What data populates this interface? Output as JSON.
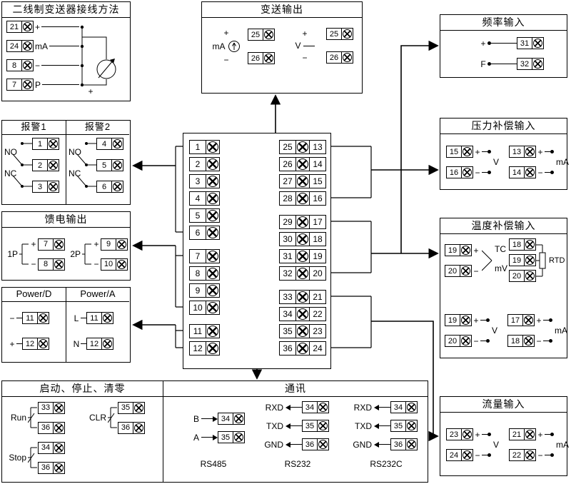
{
  "two_wire": {
    "title": "二线制变送器接线方法",
    "rows": [
      {
        "num": "21",
        "label": "+"
      },
      {
        "num": "24",
        "label": "mA"
      },
      {
        "num": "8",
        "label": "−"
      },
      {
        "num": "7",
        "label": "P"
      }
    ],
    "extra_plus": "+"
  },
  "transmit": {
    "title": "变送输出",
    "groups": [
      {
        "unit": "mA",
        "plus": "+",
        "minus": "−",
        "terms": [
          "25",
          "26"
        ]
      },
      {
        "unit": "V",
        "plus": "+",
        "minus": "−",
        "terms": [
          "25",
          "26"
        ]
      }
    ]
  },
  "frequency": {
    "title": "频率输入",
    "rows": [
      {
        "label": "+",
        "num": "31"
      },
      {
        "label": "F",
        "num": "32"
      }
    ]
  },
  "alarm": {
    "columns": [
      {
        "title": "报警1",
        "no": "NO",
        "nc": "NC",
        "terms": [
          "1",
          "2",
          "3"
        ]
      },
      {
        "title": "报警2",
        "no": "NO",
        "nc": "NC",
        "terms": [
          "4",
          "5",
          "6"
        ]
      }
    ]
  },
  "feed": {
    "title": "馈电输出",
    "groups": [
      {
        "label": "1P",
        "rows": [
          {
            "sign": "+",
            "num": "7"
          },
          {
            "sign": "−",
            "num": "8"
          }
        ]
      },
      {
        "label": "2P",
        "rows": [
          {
            "sign": "+",
            "num": "9"
          },
          {
            "sign": "−",
            "num": "10"
          }
        ]
      }
    ]
  },
  "power": {
    "columns": [
      {
        "title": "Power/D",
        "rows": [
          {
            "sign": "−",
            "num": "11"
          },
          {
            "sign": "+",
            "num": "12"
          }
        ]
      },
      {
        "title": "Power/A",
        "rows": [
          {
            "sign": "L",
            "num": "11"
          },
          {
            "sign": "N",
            "num": "12"
          }
        ]
      }
    ]
  },
  "center": {
    "left": [
      "1",
      "2",
      "3",
      "4",
      "5",
      "6",
      "7",
      "8",
      "9",
      "10",
      "11",
      "12"
    ],
    "right": [
      {
        "inner": "25",
        "outer": "13"
      },
      {
        "inner": "26",
        "outer": "14"
      },
      {
        "inner": "27",
        "outer": "15"
      },
      {
        "inner": "28",
        "outer": "16"
      },
      {
        "inner": "29",
        "outer": "17"
      },
      {
        "inner": "30",
        "outer": "18"
      },
      {
        "inner": "31",
        "outer": "19"
      },
      {
        "inner": "32",
        "outer": "20"
      },
      {
        "inner": "33",
        "outer": "21"
      },
      {
        "inner": "34",
        "outer": "22"
      },
      {
        "inner": "35",
        "outer": "23"
      },
      {
        "inner": "36",
        "outer": "24"
      }
    ]
  },
  "pressure": {
    "title": "压力补偿输入",
    "pairs": [
      {
        "unit": "V",
        "rows": [
          {
            "num": "15",
            "sign": "+"
          },
          {
            "num": "16",
            "sign": "−"
          }
        ]
      },
      {
        "unit": "mA",
        "rows": [
          {
            "num": "13",
            "sign": "+"
          },
          {
            "num": "14",
            "sign": "−"
          }
        ]
      }
    ]
  },
  "temperature": {
    "title": "温度补偿输入",
    "tc": {
      "labels": [
        "TC",
        "mV"
      ],
      "rows": [
        {
          "num": "19",
          "sign": "+"
        },
        {
          "num": "20",
          "sign": "−"
        }
      ]
    },
    "rtd": {
      "label": "RTD",
      "terms": [
        "18",
        "19",
        "20"
      ]
    },
    "pairs": [
      {
        "unit": "V",
        "rows": [
          {
            "num": "19",
            "sign": "+"
          },
          {
            "num": "20",
            "sign": "−"
          }
        ]
      },
      {
        "unit": "mA",
        "rows": [
          {
            "num": "17",
            "sign": "+"
          },
          {
            "num": "18",
            "sign": "−"
          }
        ]
      }
    ]
  },
  "flow": {
    "title": "流量输入",
    "pairs": [
      {
        "unit": "V",
        "rows": [
          {
            "num": "23",
            "sign": "+"
          },
          {
            "num": "24",
            "sign": "−"
          }
        ]
      },
      {
        "unit": "mA",
        "rows": [
          {
            "num": "21",
            "sign": "+"
          },
          {
            "num": "22",
            "sign": "−"
          }
        ]
      }
    ]
  },
  "control": {
    "title": "启动、停止、清零",
    "groups": [
      {
        "label": "Run",
        "terms": [
          "33",
          "36"
        ]
      },
      {
        "label": "Stop",
        "terms": [
          "34",
          "36"
        ]
      },
      {
        "label": "CLR",
        "terms": [
          "35",
          "36"
        ]
      }
    ]
  },
  "comm": {
    "title": "通讯",
    "groups": [
      {
        "name": "RS485",
        "lines": [
          {
            "sig": "B",
            "num": "34"
          },
          {
            "sig": "A",
            "num": "35"
          }
        ]
      },
      {
        "name": "RS232",
        "lines": [
          {
            "sig": "RXD",
            "num": "34"
          },
          {
            "sig": "TXD",
            "num": "35"
          },
          {
            "sig": "GND",
            "num": "36"
          }
        ]
      },
      {
        "name": "RS232C",
        "lines": [
          {
            "sig": "RXD",
            "num": "34"
          },
          {
            "sig": "TXD",
            "num": "35"
          },
          {
            "sig": "GND",
            "num": "36"
          }
        ]
      }
    ]
  }
}
